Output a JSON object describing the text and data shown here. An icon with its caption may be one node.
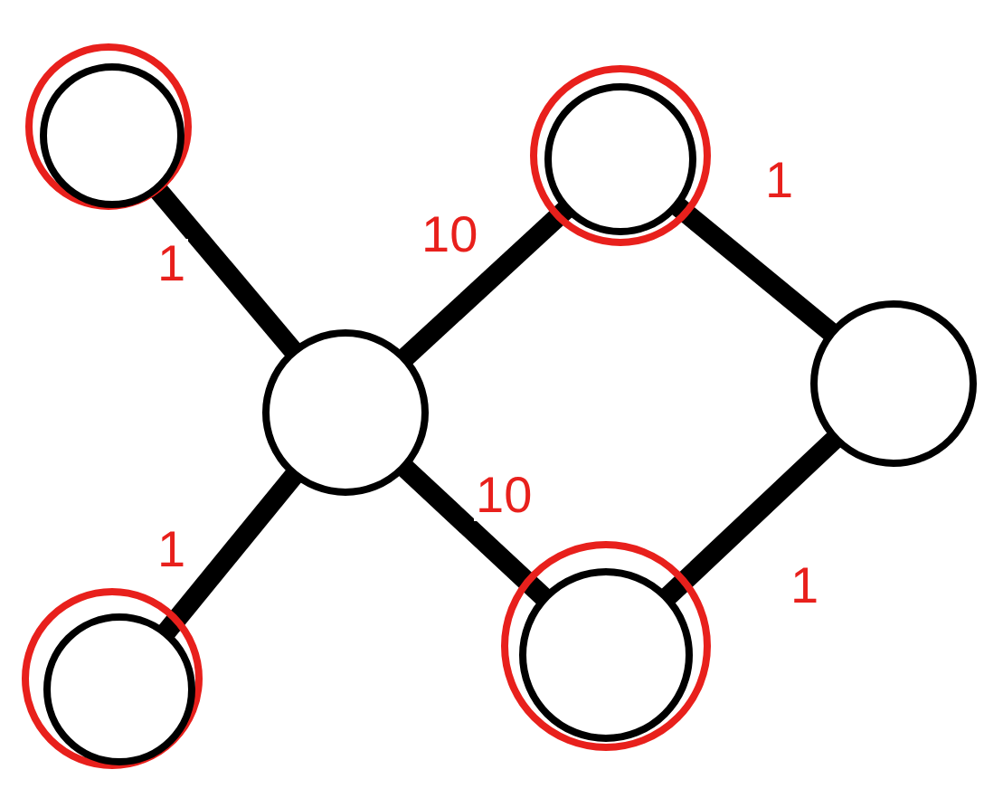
{
  "diagram": {
    "nodes": [
      {
        "text": [],
        "shape": "circle"
      },
      {
        "text": [],
        "shape": "circle"
      },
      {
        "text": [],
        "shape": "circle"
      },
      {
        "text": [],
        "shape": "circle"
      },
      {
        "text": [],
        "shape": "circle"
      },
      {
        "text": [],
        "shape": "circle"
      }
    ],
    "edges": [
      {
        "from": 0,
        "to": 2,
        "arrow": "none",
        "label": "1"
      },
      {
        "from": 2,
        "to": 1,
        "arrow": "none",
        "label": "10"
      },
      {
        "from": 1,
        "to": 3,
        "arrow": "none",
        "label": "1"
      },
      {
        "from": 2,
        "to": 4,
        "arrow": "none",
        "label": "1"
      },
      {
        "from": 2,
        "to": 5,
        "arrow": "none",
        "label": "10"
      },
      {
        "from": 5,
        "to": 3,
        "arrow": "none",
        "label": "1"
      }
    ]
  }
}
